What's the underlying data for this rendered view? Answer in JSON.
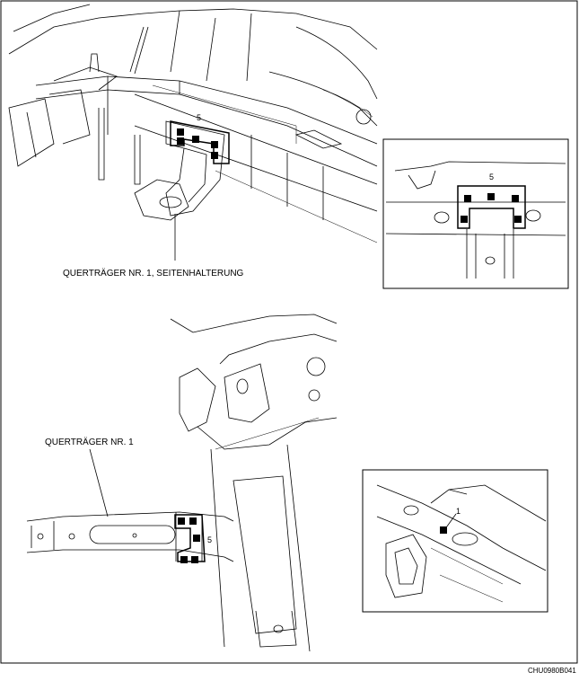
{
  "labels": {
    "side_bracket": "QUERTRÄGER NR. 1, SEITENHALTERUNG",
    "crossmember": "QUERTRÄGER NR. 1",
    "callout_top": "5",
    "callout_inset_top": "5",
    "callout_bottom": "5",
    "callout_inset_bottom": "1"
  },
  "figure_code": "CHU0980B041",
  "icons": [
    "bolt-marker-square"
  ],
  "colors": {
    "line": "#000000",
    "background": "#ffffff",
    "marker": "#000000"
  }
}
